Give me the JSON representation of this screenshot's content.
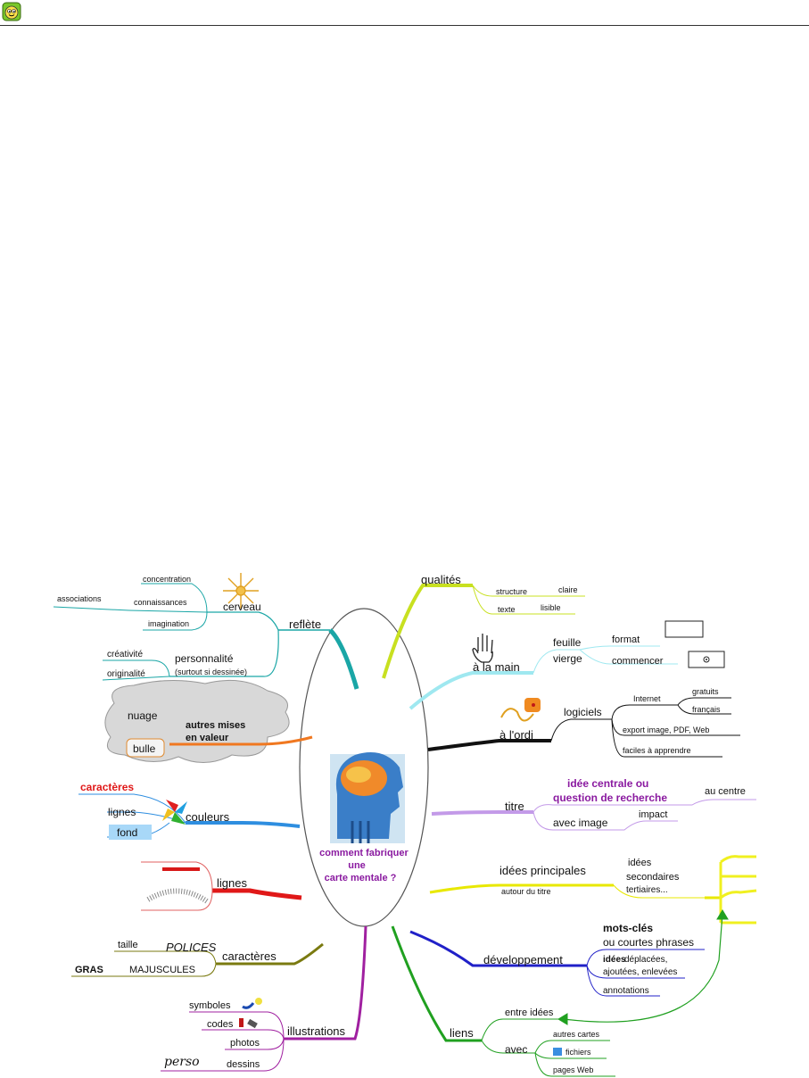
{
  "app": {
    "icon": "smiley-app-icon"
  },
  "map": {
    "center": {
      "line1": "comment fabriquer",
      "line2": "une",
      "line3": "carte mentale ?"
    },
    "reflete": {
      "label": "reflète",
      "cerveau": "cerveau",
      "concentration": "concentration",
      "connaissances": "connaissances",
      "associations": "associations",
      "imagination": "imagination",
      "personnalite": "personnalité",
      "personnalite_note": "(surtout si dessinée)",
      "creativite": "créativité",
      "originalite": "originalité"
    },
    "mises": {
      "line1": "autres mises",
      "line2": "en valeur",
      "nuage": "nuage",
      "bulle": "bulle"
    },
    "couleurs": {
      "label": "couleurs",
      "caracteres": "caractères",
      "lignes": "lignes",
      "fond": "fond"
    },
    "lignes": {
      "label": "lignes"
    },
    "caracteres": {
      "label": "caractères",
      "taille": "taille",
      "polices": "POLICES",
      "gras": "GRAS",
      "majuscules": "MAJUSCULES"
    },
    "illustrations": {
      "label": "illustrations",
      "symboles": "symboles",
      "codes": "codes",
      "photos": "photos",
      "dessins": "dessins",
      "perso": "perso"
    },
    "qualites": {
      "label": "qualités",
      "structure": "structure",
      "claire": "claire",
      "texte": "texte",
      "lisible": "lisible"
    },
    "main": {
      "label": "à la main",
      "feuille": "feuille",
      "vierge": "vierge",
      "format": "format",
      "commencer": "commencer"
    },
    "ordi": {
      "label": "à l'ordi",
      "logiciels": "logiciels",
      "internet": "Internet",
      "gratuits": "gratuits",
      "francais": "français",
      "export": "export image, PDF, Web",
      "faciles": "faciles à apprendre"
    },
    "titre": {
      "label": "titre",
      "idee1": "idée centrale ou",
      "idee2": "question de recherche",
      "au_centre": "au centre",
      "avec_image": "avec image",
      "impact": "impact"
    },
    "principales": {
      "label": "idées principales",
      "autour": "autour du titre",
      "idees": "idées",
      "secondaires": "secondaires",
      "tertiaires": "tertiaires..."
    },
    "developpement": {
      "label": "développement",
      "motscles": "mots-clés",
      "courtes": "ou courtes phrases",
      "idees_bold": "idées",
      "deplacees": " déplacées,",
      "ajoutees": "ajoutées, enlevées",
      "annotations": "annotations"
    },
    "liens": {
      "label": "liens",
      "entre": "entre idées",
      "avec": "avec",
      "autres_cartes": "autres cartes",
      "fichiers": "fichiers",
      "pages_web": "pages Web"
    }
  },
  "colors": {
    "reflete": "#1aa6a6",
    "mises": "#f07820",
    "couleurs": "#2e8ee0",
    "lignes": "#e01818",
    "caracteres": "#7a7a10",
    "illustrations": "#a020a0",
    "qualites": "#c8e020",
    "main": "#9fe8f0",
    "ordi": "#111111",
    "titre": "#c39ae8",
    "principales": "#e8e800",
    "developpement": "#2020c8",
    "liens": "#20a020",
    "title_purple": "#8a1aa0"
  }
}
